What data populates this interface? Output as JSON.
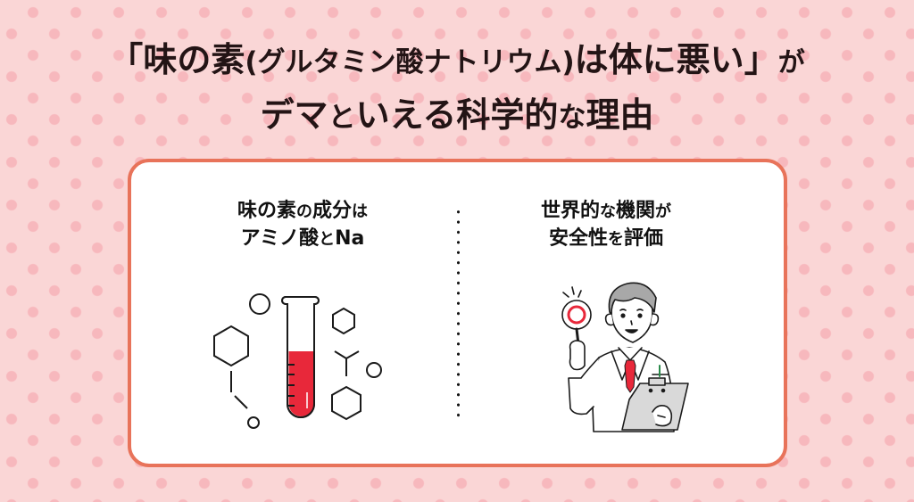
{
  "title": {
    "line1_bracket_open": "「",
    "line1_main": "味の素",
    "line1_paren": "(グルタミン酸ナトリウム)",
    "line1_after": "は体に悪い",
    "line1_bracket_close": "」",
    "line1_ga": "が",
    "line2_a": "デマ",
    "line2_b": "と",
    "line2_c": "いえる科学的",
    "line2_d": "な",
    "line2_e": "理由"
  },
  "card": {
    "border_color": "#e8735a",
    "left": {
      "line1_a": "味の素",
      "line1_b": "の",
      "line1_c": "成分",
      "line1_d": "は",
      "line2_a": "アミノ酸",
      "line2_b": "と",
      "line2_c": "Na",
      "illustration": "test-tube-with-molecules"
    },
    "right": {
      "line1_a": "世界的",
      "line1_b": "な",
      "line1_c": "機関",
      "line1_d": "が",
      "line2_a": "安全性",
      "line2_b": "を",
      "line2_c": "評価",
      "illustration": "doctor-holding-ok-sign"
    }
  },
  "colors": {
    "background": "#fad6d6",
    "dots": "#f7b8bd",
    "liquid_red": "#e8283a",
    "text": "#231415"
  }
}
